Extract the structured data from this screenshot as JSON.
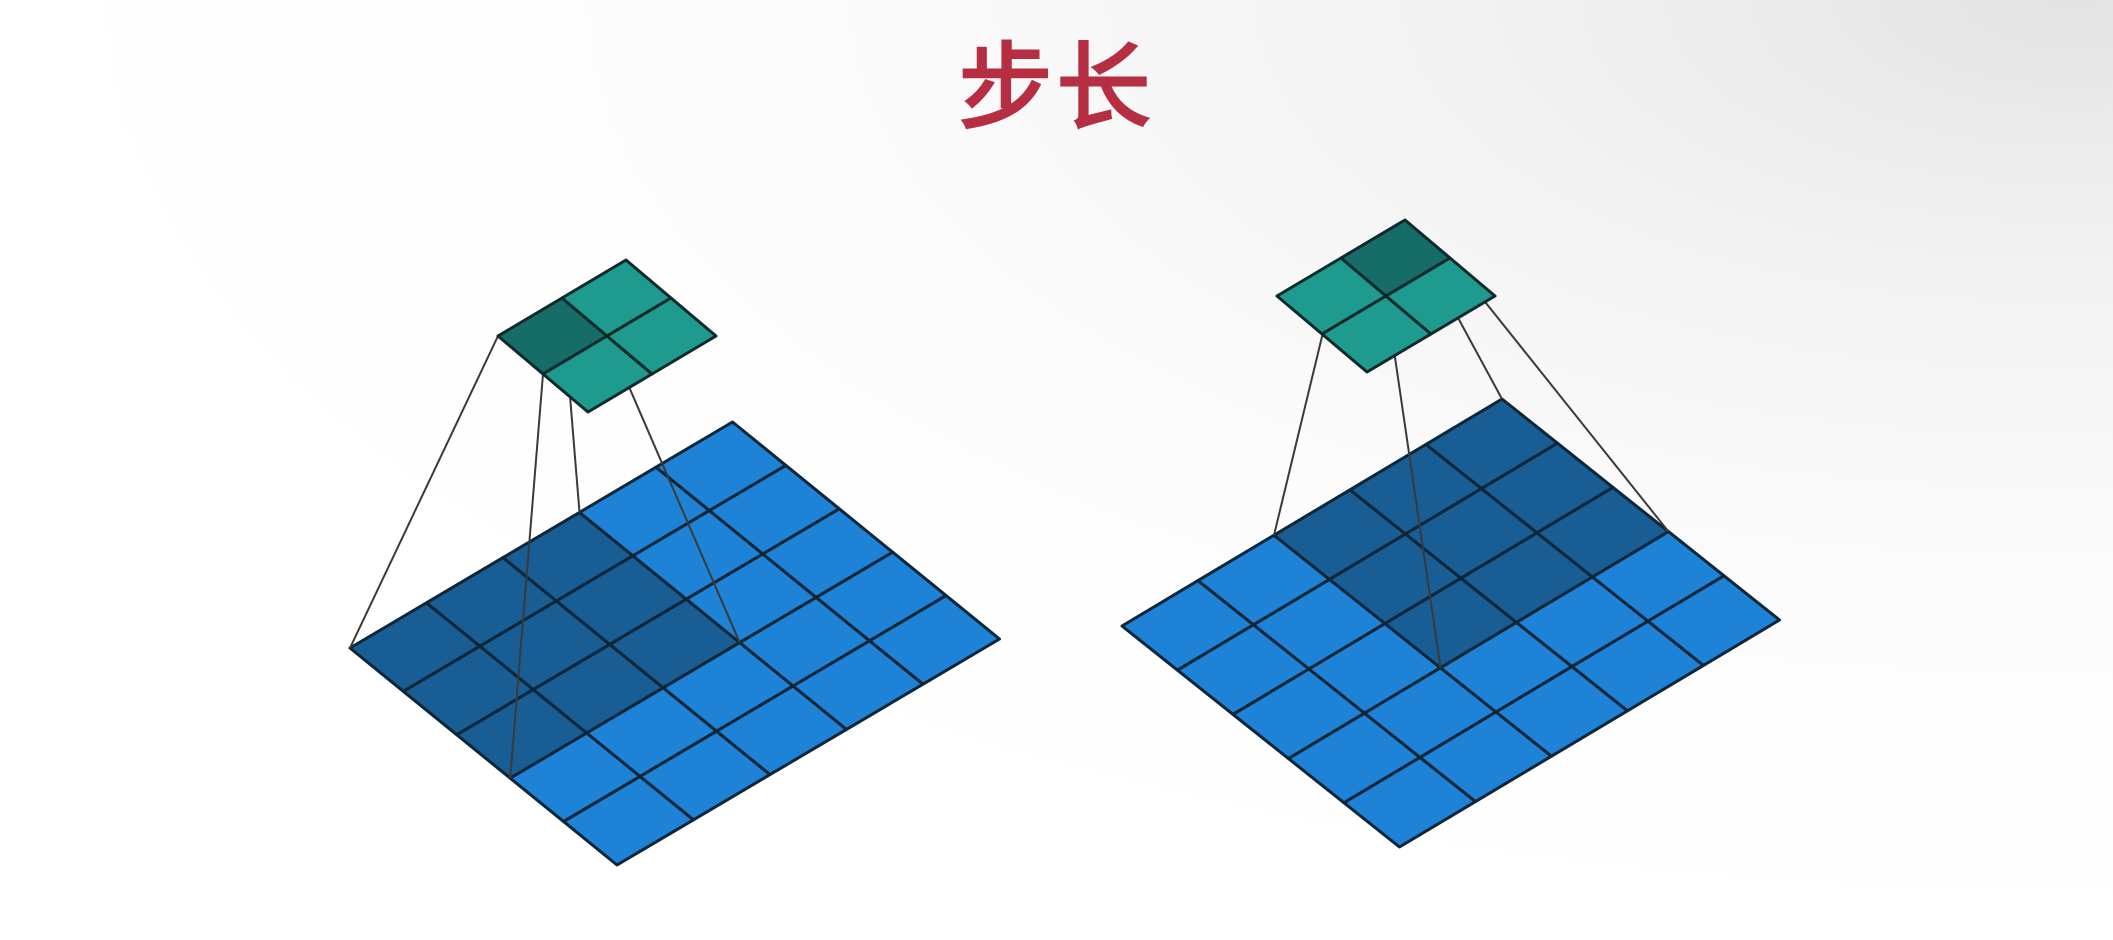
{
  "title": "步长",
  "colors": {
    "title": "#b52e42",
    "input_cell": "#1e82d6",
    "input_cell_covered": "#195d95",
    "input_grid_line": "#0d2638",
    "output_cell": "#1f9a8f",
    "output_cell_highlight": "#166c66",
    "output_grid_line": "#0f2a2a",
    "projection_line": "#3a3a3a"
  },
  "diagrams": [
    {
      "name": "stride-1",
      "input_size": 5,
      "kernel_size": 3,
      "stride": 1,
      "output_size": 2,
      "active_output_cell": [
        0,
        0
      ],
      "covered_input_cells": [
        [
          0,
          0
        ],
        [
          0,
          1
        ],
        [
          0,
          2
        ],
        [
          1,
          0
        ],
        [
          1,
          1
        ],
        [
          1,
          2
        ],
        [
          2,
          0
        ],
        [
          2,
          1
        ],
        [
          2,
          2
        ]
      ]
    },
    {
      "name": "stride-2",
      "input_size": 5,
      "kernel_size": 3,
      "stride": 2,
      "output_size": 2,
      "active_output_cell": [
        0,
        1
      ],
      "covered_input_cells": [
        [
          0,
          2
        ],
        [
          0,
          3
        ],
        [
          0,
          4
        ],
        [
          1,
          2
        ],
        [
          1,
          3
        ],
        [
          1,
          4
        ],
        [
          2,
          2
        ],
        [
          2,
          3
        ],
        [
          2,
          4
        ]
      ]
    }
  ]
}
